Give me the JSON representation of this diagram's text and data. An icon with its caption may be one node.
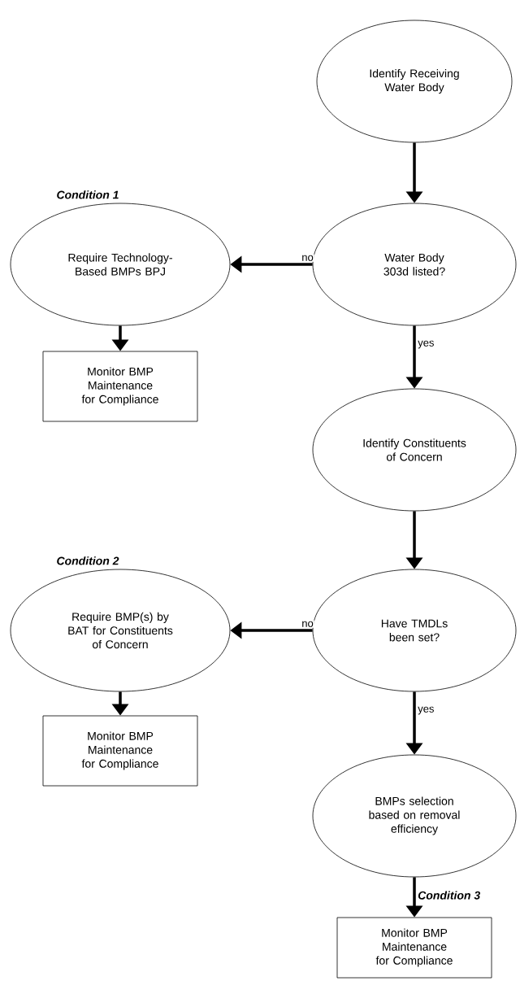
{
  "diagram": {
    "nodes": [
      {
        "text": [
          "Identify Receiving Water Body"
        ]
      },
      {
        "text": [
          "Water Body 303d listed?"
        ]
      },
      {
        "text": [
          "Require Technology-Based BMPs BPJ"
        ],
        "beside": [
          "Condition 1"
        ]
      },
      {
        "text": [
          "Monitor BMP Maintenance for Compliance"
        ]
      },
      {
        "text": [
          "Identify Constituents of Concern"
        ]
      },
      {
        "text": [
          "Have TMDLs been set?"
        ]
      },
      {
        "text": [
          "Require BMP(s) by BAT for Constituents of Concern"
        ],
        "beside": [
          "Condition 2"
        ]
      },
      {
        "text": [
          "Monitor BMP Maintenance for Compliance"
        ]
      },
      {
        "text": [
          "BMPs selection based on removal efficiency"
        ]
      },
      {
        "text": [
          "Monitor BMP Maintenance for Compliance"
        ]
      }
    ],
    "edges": [
      {
        "from": 0,
        "to": 1,
        "arrow": "to"
      },
      {
        "from": 1,
        "to": 2,
        "arrow": "to",
        "label": "no"
      },
      {
        "from": 2,
        "to": 3,
        "arrow": "to"
      },
      {
        "from": 1,
        "to": 4,
        "arrow": "to",
        "label": "yes"
      },
      {
        "from": 4,
        "to": 5,
        "arrow": "to"
      },
      {
        "from": 5,
        "to": 6,
        "arrow": "to",
        "label": "no"
      },
      {
        "from": 6,
        "to": 7,
        "arrow": "to"
      },
      {
        "from": 5,
        "to": 8,
        "arrow": "to",
        "label": "yes"
      },
      {
        "from": 8,
        "to": 9,
        "arrow": "to",
        "label": "Condition 3"
      }
    ]
  }
}
